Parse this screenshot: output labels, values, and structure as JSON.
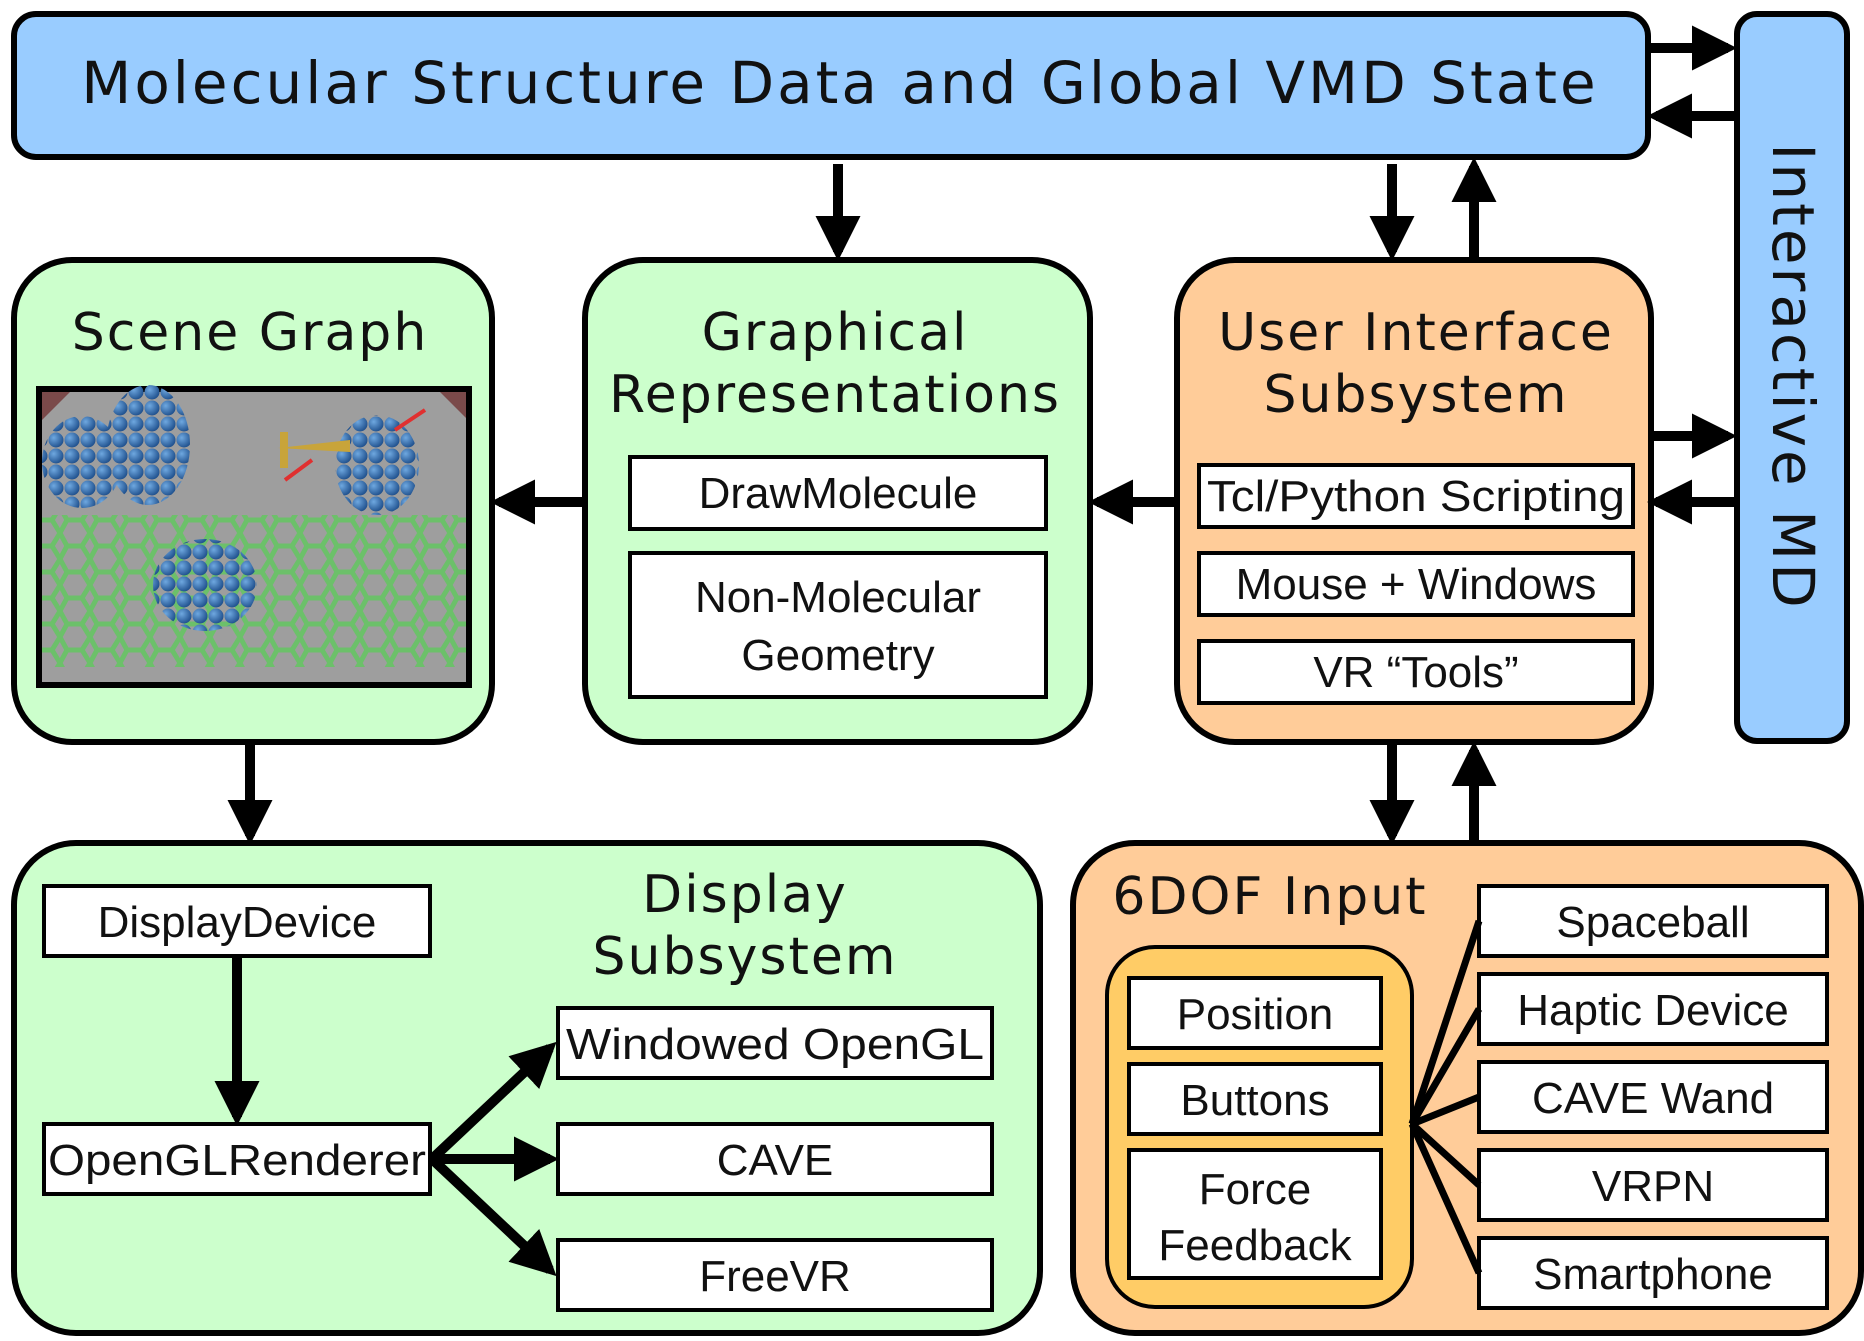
{
  "top_bar": {
    "label": "Molecular Structure Data and Global VMD State",
    "color": "#99ccff"
  },
  "side_bar": {
    "label": "Interactive MD",
    "color": "#99ccff"
  },
  "scene_graph": {
    "title": "Scene Graph",
    "color": "#ccffcc"
  },
  "graphical_reps": {
    "title_line1": "Graphical",
    "title_line2": "Representations",
    "items": [
      "DrawMolecule"
    ],
    "geometry_line1": "Non-Molecular",
    "geometry_line2": "Geometry",
    "color": "#ccffcc"
  },
  "ui_subsystem": {
    "title_line1": "User Interface",
    "title_line2": "Subsystem",
    "items": [
      "Tcl/Python Scripting",
      "Mouse + Windows",
      "VR “Tools”"
    ],
    "color": "#ffcc99"
  },
  "display_subsystem": {
    "title_line1": "Display",
    "title_line2": "Subsystem",
    "display_device": "DisplayDevice",
    "renderer": "OpenGLRenderer",
    "outputs": [
      "Windowed OpenGL",
      "CAVE",
      "FreeVR"
    ],
    "color": "#ccffcc"
  },
  "input_6dof": {
    "title": "6DOF Input",
    "inner": [
      "Position",
      "Buttons"
    ],
    "force_line1": "Force",
    "force_line2": "Feedback",
    "devices": [
      "Spaceball",
      "Haptic Device",
      "CAVE Wand",
      "VRPN",
      "Smartphone"
    ],
    "color": "#ffcc99",
    "inner_color": "#ffcc66"
  },
  "icons": [
    "molecule-scene-image"
  ]
}
